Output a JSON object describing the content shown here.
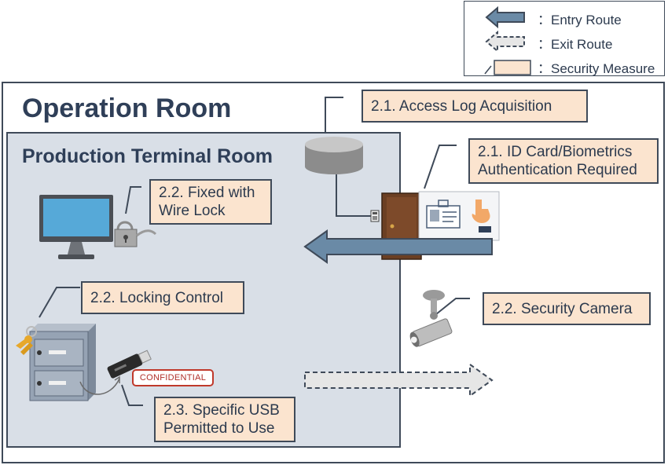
{
  "legend": {
    "entry_route": "：Entry Route",
    "exit_route": "：Exit Route",
    "security_measure": "：Security Measure"
  },
  "rooms": {
    "operation_room": "Operation Room",
    "production_terminal_room": "Production Terminal Room"
  },
  "callouts": {
    "access_log": "2.1. Access Log Acquisition",
    "id_card_line1": "2.1. ID Card/Biometrics",
    "id_card_line2": "Authentication Required",
    "wire_lock_line1": "2.2. Fixed with",
    "wire_lock_line2": "Wire Lock",
    "locking_control": "2.2. Locking Control",
    "security_camera": "2.2. Security Camera",
    "usb_line1": "2.3. Specific USB",
    "usb_line2": "Permitted to Use"
  },
  "labels": {
    "confidential": "CONFIDENTIAL"
  },
  "colors": {
    "entry_arrow": "#6a8aa6",
    "exit_arrow": "#e6e6e6",
    "callout_fill": "#fbe4cf",
    "inner_room": "#d9dfe7",
    "border": "#3f4a59"
  }
}
